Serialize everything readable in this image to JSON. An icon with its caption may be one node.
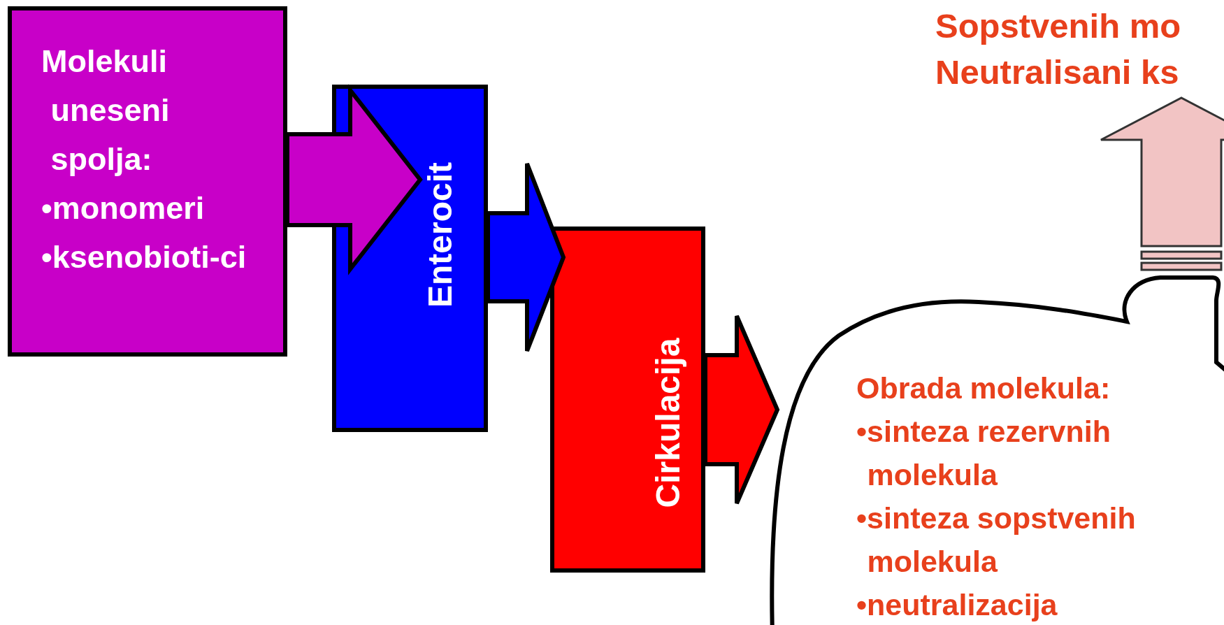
{
  "diagram": {
    "nodes": [
      {
        "text": [
          "Molekuli uneseni spolja:",
          "•monomeri",
          "•ksenobioti-ci"
        ]
      },
      {
        "text": [
          "Enterocit"
        ]
      },
      {
        "text": [
          "Cirkulacija"
        ]
      },
      {
        "text": [
          "Obrada molekula:",
          "•sinteza rezervnih molekula",
          "•sinteza sopstvenih molekula",
          "•neutralizacija"
        ]
      },
      {
        "text": [
          "Sopstvenih mo",
          "Neutralisani ks"
        ]
      }
    ],
    "edges": [
      {
        "from": 0,
        "to": 1,
        "arrow": "to",
        "style": "thick",
        "color": "#c800c8"
      },
      {
        "from": 1,
        "to": 2,
        "arrow": "to",
        "style": "thick",
        "color": "#0000ff"
      },
      {
        "from": 2,
        "to": 3,
        "arrow": "to",
        "style": "thick",
        "color": "#ff0000"
      },
      {
        "from": 3,
        "to": 4,
        "arrow": "to",
        "style": "thick",
        "color": "#f2c4c4"
      }
    ]
  }
}
